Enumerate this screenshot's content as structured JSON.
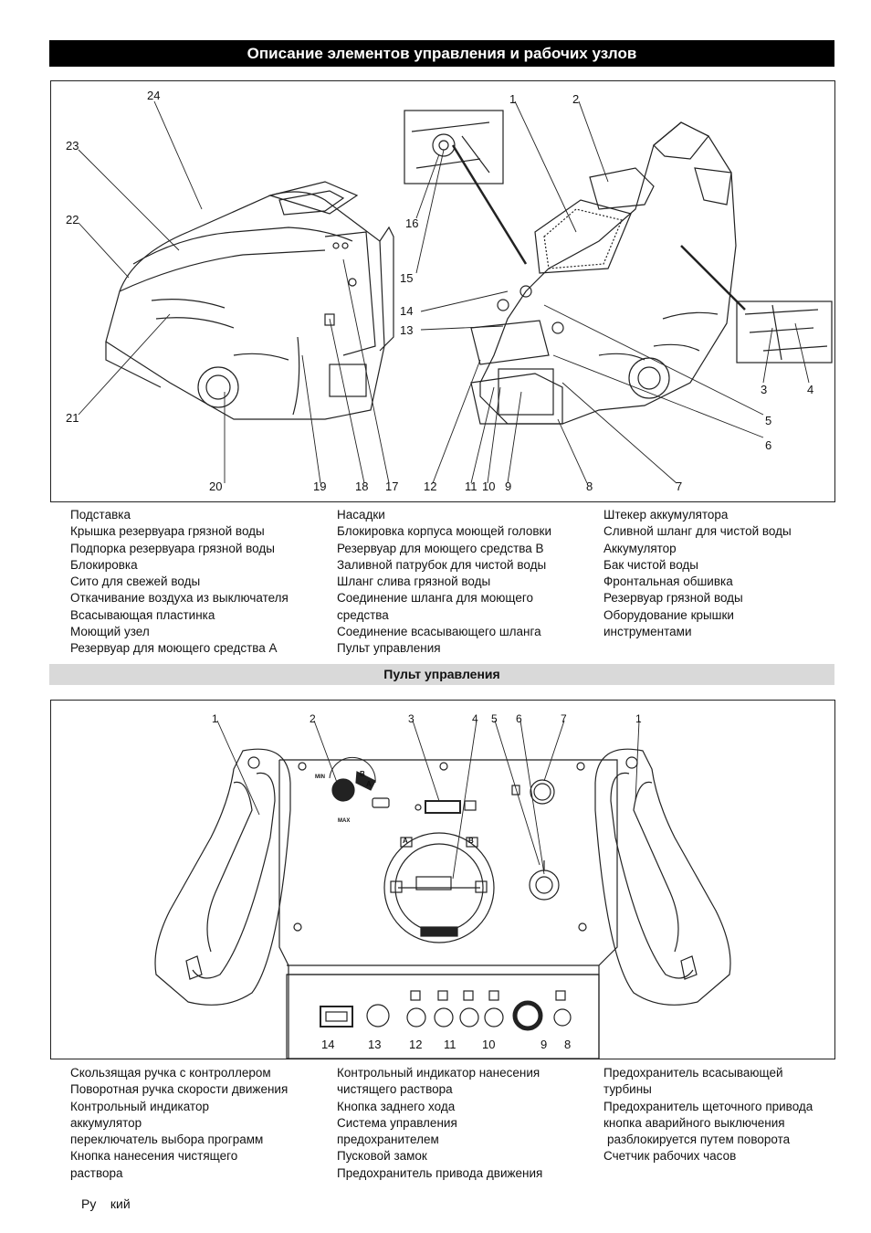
{
  "header": {
    "title": "Описание элементов управления и рабочих узлов"
  },
  "figure1": {
    "callouts": [
      "1",
      "2",
      "3",
      "4",
      "5",
      "6",
      "7",
      "8",
      "9",
      "10",
      "11",
      "12",
      "13",
      "14",
      "15",
      "16",
      "17",
      "18",
      "19",
      "20",
      "21",
      "22",
      "23",
      "24"
    ]
  },
  "legend1": {
    "col1": [
      "Подставка",
      "Крышка резервуара грязной воды",
      "Подпорка резервуара грязной воды",
      "Блокировка",
      "Сито для свежей воды",
      "Откачивание воздуха из выключателя",
      "Всасывающая пластинка",
      "Моющий узел",
      "Резервуар для моющего средства A"
    ],
    "col2": [
      "Насадки",
      "Блокировка корпуса моющей головки",
      "Резервуар для моющего средства B",
      "Заливной патрубок для чистой воды",
      "Шланг слива грязной воды",
      "Соединение шланга для моющего",
      "средства",
      "Соединение всасывающего шланга",
      "Пульт управления"
    ],
    "col3": [
      "Штекер аккумулятора",
      "Сливной шланг для чистой воды",
      "Аккумулятор",
      "Бак чистой воды",
      "Фронтальная обшивка",
      "Резервуар грязной воды",
      "Оборудование крышки",
      "инструментами"
    ]
  },
  "section2": {
    "title": "Пульт управления"
  },
  "figure2": {
    "callouts_top": [
      "1",
      "2",
      "3",
      "4",
      "5",
      "6",
      "7",
      "1"
    ],
    "callouts_bottom": [
      "14",
      "13",
      "12",
      "11",
      "10",
      "9",
      "8"
    ],
    "panel_labels": {
      "min": "MIN",
      "max": "MAX",
      "a": "A",
      "b": "B",
      "knob_a": "A",
      "knob_b": "B"
    }
  },
  "legend2": {
    "col1": [
      "Скользящая ручка с контроллером",
      "Поворотная ручка скорости движения",
      "Контрольный индикатор",
      "аккумулятор",
      "переключатель выбора программ",
      "Кнопка нанесения чистящего",
      "раствора"
    ],
    "col2": [
      "Контрольный индикатор нанесения",
      "чистящего раствора",
      "Кнопка заднего хода",
      "Система управления",
      "предохранителем",
      "Пусковой замок",
      "Предохранитель привода движения"
    ],
    "col3": [
      "Предохранитель всасывающей",
      "турбины",
      "Предохранитель щеточного привода",
      "кнопка аварийного выключения",
      "разблокируется путем поворота",
      "Счетчик рабочих часов"
    ]
  },
  "footer": {
    "language": "Ру    кий"
  }
}
